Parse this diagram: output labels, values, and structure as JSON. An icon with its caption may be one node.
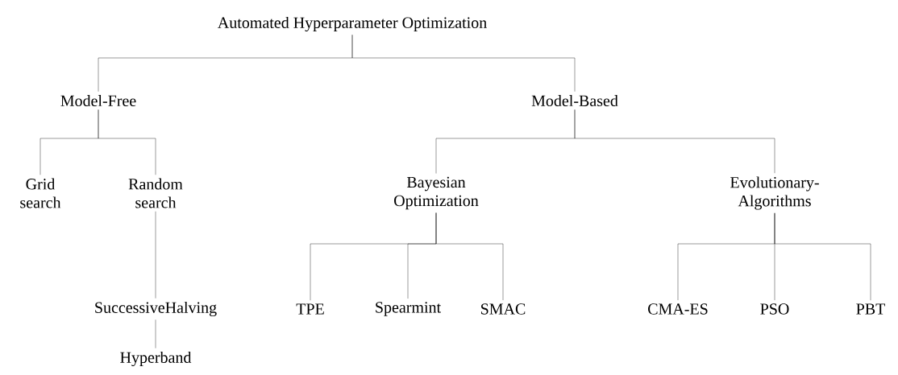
{
  "diagram": {
    "nodes": [
      {
        "text": [
          "Automated Hyperparameter Optimization"
        ]
      },
      {
        "text": [
          "Model-Free"
        ]
      },
      {
        "text": [
          "Model-Based"
        ]
      },
      {
        "text": [
          "Grid search"
        ]
      },
      {
        "text": [
          "Random search"
        ]
      },
      {
        "text": [
          "SuccessiveHalving"
        ]
      },
      {
        "text": [
          "Hyperband"
        ]
      },
      {
        "text": [
          "Bayesian Optimization"
        ]
      },
      {
        "text": [
          "Evolutionary-Algorithms"
        ]
      },
      {
        "text": [
          "TPE"
        ]
      },
      {
        "text": [
          "Spearmint"
        ]
      },
      {
        "text": [
          "SMAC"
        ]
      },
      {
        "text": [
          "CMA-ES"
        ]
      },
      {
        "text": [
          "PSO"
        ]
      },
      {
        "text": [
          "PBT"
        ]
      }
    ],
    "edges": [
      {
        "from": 0,
        "to": 1,
        "arrow": "none"
      },
      {
        "from": 0,
        "to": 2,
        "arrow": "none"
      },
      {
        "from": 1,
        "to": 3,
        "arrow": "none"
      },
      {
        "from": 1,
        "to": 4,
        "arrow": "none"
      },
      {
        "from": 4,
        "to": 5,
        "arrow": "none"
      },
      {
        "from": 5,
        "to": 6,
        "arrow": "none"
      },
      {
        "from": 2,
        "to": 7,
        "arrow": "none"
      },
      {
        "from": 2,
        "to": 8,
        "arrow": "none"
      },
      {
        "from": 7,
        "to": 9,
        "arrow": "none"
      },
      {
        "from": 7,
        "to": 10,
        "arrow": "none"
      },
      {
        "from": 7,
        "to": 11,
        "arrow": "none"
      },
      {
        "from": 8,
        "to": 12,
        "arrow": "none"
      },
      {
        "from": 8,
        "to": 13,
        "arrow": "none"
      },
      {
        "from": 8,
        "to": 14,
        "arrow": "none"
      }
    ]
  }
}
